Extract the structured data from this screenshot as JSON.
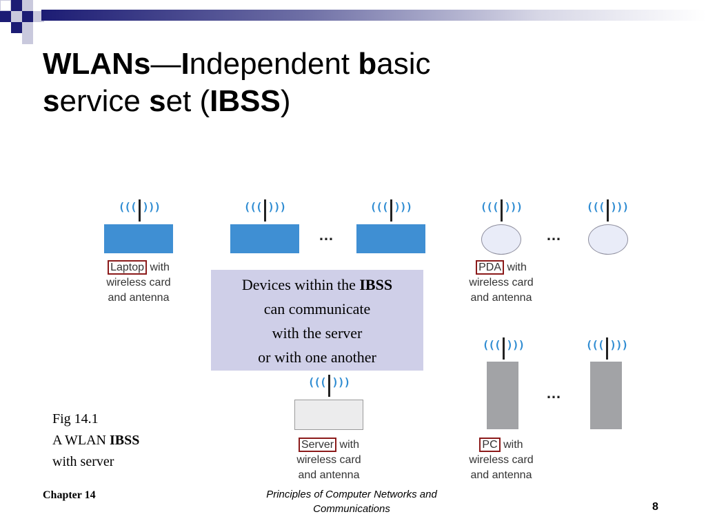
{
  "slide": {
    "title_parts": [
      {
        "text": "WLANs",
        "bold": true
      },
      {
        "text": "—",
        "bold": false
      },
      {
        "text": "I",
        "bold": true
      },
      {
        "text": "ndependent ",
        "bold": false
      },
      {
        "text": "b",
        "bold": true
      },
      {
        "text": "asic",
        "bold": false
      }
    ],
    "title_line2_parts": [
      {
        "text": "s",
        "bold": true
      },
      {
        "text": "ervice ",
        "bold": false
      },
      {
        "text": "s",
        "bold": true
      },
      {
        "text": "et (",
        "bold": false
      },
      {
        "text": "IBSS",
        "bold": true
      },
      {
        "text": ")",
        "bold": false
      }
    ]
  },
  "figure": {
    "wifi_glyph": "((( )))",
    "ellipsis": "…",
    "labels": {
      "laptop": {
        "boxed": "Laptop",
        "rest1": " with",
        "rest2": "wireless card",
        "rest3": "and antenna"
      },
      "pda": {
        "boxed": "PDA",
        "rest1": " with",
        "rest2": "wireless card",
        "rest3": "and antenna"
      },
      "server": {
        "boxed": "Server",
        "rest1": " with",
        "rest2": "wireless card",
        "rest3": "and antenna"
      },
      "pc": {
        "boxed": "PC",
        "rest1": " with",
        "rest2": "wireless card",
        "rest3": "and antenna"
      }
    },
    "callout": {
      "line1_pre": "Devices within the ",
      "line1_bold": "IBSS",
      "line2": "can communicate",
      "line3": "with the server",
      "line4": "or with one another"
    },
    "caption": {
      "line1": "Fig 14.1",
      "line2_pre": "A WLAN ",
      "line2_bold": "IBSS",
      "line3": "with server"
    }
  },
  "footer": {
    "chapter": "Chapter 14",
    "book_line1": "Principles of Computer Networks and",
    "book_line2": "Communications",
    "page": "8"
  },
  "colors": {
    "accent_navy": "#1c1c74",
    "device_blue": "#3f8fd3",
    "wifi_blue": "#2f8cd2",
    "callout_bg": "#cfcfe8",
    "label_box": "#8b1a1a"
  }
}
